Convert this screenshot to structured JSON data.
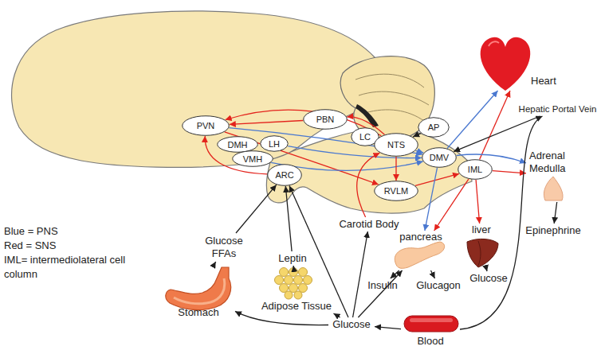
{
  "diagram": {
    "nodes": [
      {
        "text": [
          "PVN"
        ]
      },
      {
        "text": [
          "DMH"
        ]
      },
      {
        "text": [
          "LH"
        ]
      },
      {
        "text": [
          "VMH"
        ]
      },
      {
        "text": [
          "ARC"
        ]
      },
      {
        "text": [
          "PBN"
        ]
      },
      {
        "text": [
          "LC"
        ]
      },
      {
        "text": [
          "NTS"
        ]
      },
      {
        "text": [
          "AP"
        ]
      },
      {
        "text": [
          "DMV"
        ]
      },
      {
        "text": [
          "IML"
        ]
      },
      {
        "text": [
          "RVLM"
        ]
      },
      {
        "text": [
          "Heart"
        ]
      },
      {
        "text": [
          "Hepatic Portal Vein"
        ]
      },
      {
        "text": [
          "Adrenal Medulla"
        ]
      },
      {
        "text": [
          "Epinephrine"
        ]
      },
      {
        "text": [
          "Carotid Body"
        ]
      },
      {
        "text": [
          "pancreas"
        ]
      },
      {
        "text": [
          "Insulin"
        ]
      },
      {
        "text": [
          "Glucagon"
        ]
      },
      {
        "text": [
          "liver"
        ]
      },
      {
        "text": [
          "Glucose"
        ]
      },
      {
        "text": [
          "Glucose FFAs"
        ]
      },
      {
        "text": [
          "Stomach"
        ]
      },
      {
        "text": [
          "Leptin"
        ]
      },
      {
        "text": [
          "Adipose Tissue"
        ]
      },
      {
        "text": [
          "Glucose"
        ]
      },
      {
        "text": [
          "Blood"
        ]
      }
    ],
    "edges": [
      {
        "from": 7,
        "to": 0,
        "arrow": "to"
      },
      {
        "from": 0,
        "to": 9,
        "arrow": "to"
      },
      {
        "from": 0,
        "to": 11,
        "arrow": "to"
      },
      {
        "from": 4,
        "to": 0,
        "arrow": "to"
      },
      {
        "from": 7,
        "to": 5,
        "arrow": "to"
      },
      {
        "from": 5,
        "to": 0,
        "arrow": "to"
      },
      {
        "from": 2,
        "to": 9,
        "arrow": "to"
      },
      {
        "from": 3,
        "to": 9,
        "arrow": "to"
      },
      {
        "from": 8,
        "to": 7,
        "arrow": "to"
      },
      {
        "from": 7,
        "to": 6,
        "arrow": "to"
      },
      {
        "from": 7,
        "to": 11,
        "arrow": "to"
      },
      {
        "from": 7,
        "to": 9,
        "arrow": "to"
      },
      {
        "from": 11,
        "to": 10,
        "arrow": "to"
      },
      {
        "from": 9,
        "to": 12,
        "arrow": "to"
      },
      {
        "from": 10,
        "to": 12,
        "arrow": "to"
      },
      {
        "from": 13,
        "to": 9,
        "arrow": "to"
      },
      {
        "from": 9,
        "to": 14,
        "arrow": "to"
      },
      {
        "from": 10,
        "to": 14,
        "arrow": "to"
      },
      {
        "from": 10,
        "to": 20,
        "arrow": "to"
      },
      {
        "from": 10,
        "to": 17,
        "arrow": "to"
      },
      {
        "from": 9,
        "to": 17,
        "arrow": "to"
      },
      {
        "from": 14,
        "to": 15,
        "arrow": "to"
      },
      {
        "from": 17,
        "to": 18,
        "arrow": "to"
      },
      {
        "from": 17,
        "to": 19,
        "arrow": "to"
      },
      {
        "from": 20,
        "to": 21,
        "arrow": "to"
      },
      {
        "from": 27,
        "to": 26,
        "arrow": "to"
      },
      {
        "from": 27,
        "to": 13,
        "arrow": "to"
      },
      {
        "from": 26,
        "to": 23,
        "arrow": "to"
      },
      {
        "from": 26,
        "to": 25,
        "arrow": "to"
      },
      {
        "from": 26,
        "to": 17,
        "arrow": "to"
      },
      {
        "from": 26,
        "to": 16,
        "arrow": "to"
      },
      {
        "from": 26,
        "to": 4,
        "arrow": "to"
      },
      {
        "from": 16,
        "to": 7,
        "arrow": "to"
      },
      {
        "from": 25,
        "to": 24,
        "arrow": "to"
      },
      {
        "from": 24,
        "to": 4,
        "arrow": "to"
      },
      {
        "from": 23,
        "to": 22,
        "arrow": "to"
      },
      {
        "from": 22,
        "to": 4,
        "arrow": "to"
      }
    ],
    "legend": [
      {
        "text": "Blue = PNS"
      },
      {
        "text": "Red = SNS"
      },
      {
        "text": "IML= intermediolateral cell column"
      }
    ]
  }
}
